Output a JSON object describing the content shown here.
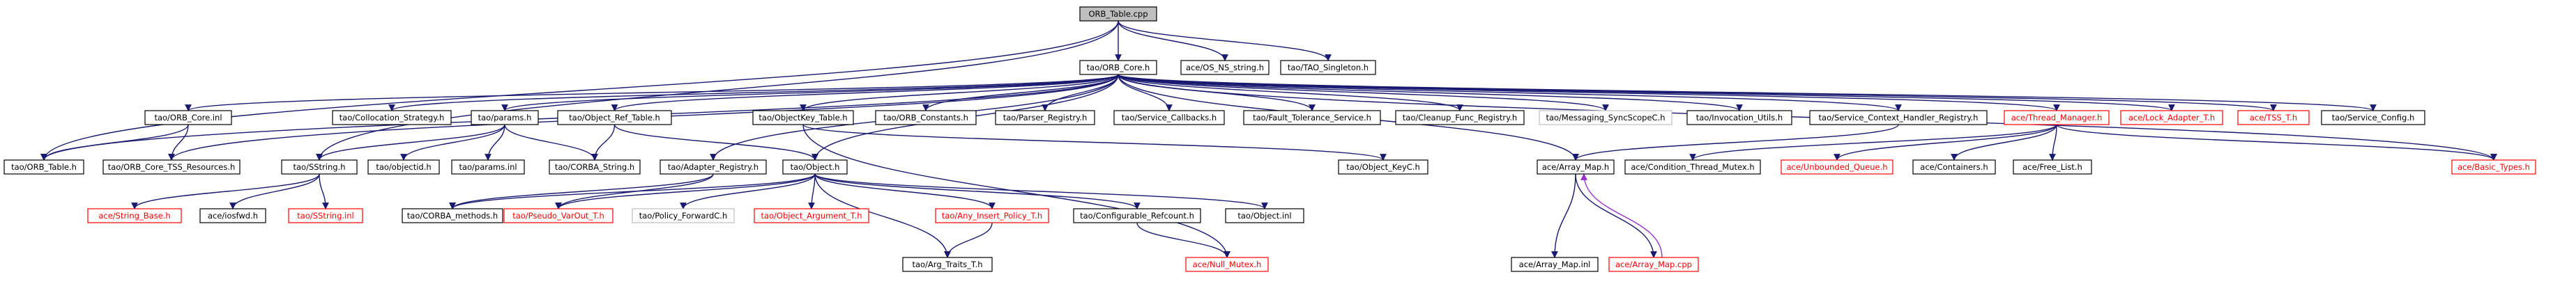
{
  "diagram": {
    "title": "",
    "colors": {
      "edge": "#191970",
      "edge_template": "#9a32cd",
      "root_fill": "#bfbfbf",
      "missing_border": "#ff0000",
      "external_border": "#bfbfbf"
    },
    "nodes": [
      {
        "id": "n0",
        "label": "ORB_Table.cpp",
        "kind": "root"
      },
      {
        "id": "n1",
        "label": "tao/ORB_Core.h",
        "kind": "normal"
      },
      {
        "id": "n2",
        "label": "ace/OS_NS_string.h",
        "kind": "normal"
      },
      {
        "id": "n3",
        "label": "tao/TAO_Singleton.h",
        "kind": "normal"
      },
      {
        "id": "n4",
        "label": "tao/ORB_Core.inl",
        "kind": "normal"
      },
      {
        "id": "n5",
        "label": "tao/Collocation_Strategy.h",
        "kind": "normal"
      },
      {
        "id": "n6",
        "label": "tao/params.h",
        "kind": "normal"
      },
      {
        "id": "n7",
        "label": "tao/Object_Ref_Table.h",
        "kind": "normal"
      },
      {
        "id": "n8",
        "label": "tao/ObjectKey_Table.h",
        "kind": "normal"
      },
      {
        "id": "n9",
        "label": "tao/ORB_Constants.h",
        "kind": "normal"
      },
      {
        "id": "n10",
        "label": "tao/Parser_Registry.h",
        "kind": "normal"
      },
      {
        "id": "n11",
        "label": "tao/Service_Callbacks.h",
        "kind": "normal"
      },
      {
        "id": "n12",
        "label": "tao/Fault_Tolerance_Service.h",
        "kind": "normal"
      },
      {
        "id": "n13",
        "label": "tao/Cleanup_Func_Registry.h",
        "kind": "normal"
      },
      {
        "id": "n14",
        "label": "tao/Messaging_SyncScopeC.h",
        "kind": "external"
      },
      {
        "id": "n15",
        "label": "tao/Invocation_Utils.h",
        "kind": "normal"
      },
      {
        "id": "n16",
        "label": "tao/Service_Context_Handler_Registry.h",
        "kind": "normal"
      },
      {
        "id": "n17",
        "label": "ace/Thread_Manager.h",
        "kind": "missing"
      },
      {
        "id": "n18",
        "label": "ace/Lock_Adapter_T.h",
        "kind": "missing"
      },
      {
        "id": "n19",
        "label": "ace/TSS_T.h",
        "kind": "missing"
      },
      {
        "id": "n20",
        "label": "tao/Service_Config.h",
        "kind": "normal"
      },
      {
        "id": "n21",
        "label": "tao/ORB_Table.h",
        "kind": "normal"
      },
      {
        "id": "n22",
        "label": "tao/ORB_Core_TSS_Resources.h",
        "kind": "normal"
      },
      {
        "id": "n23",
        "label": "tao/SString.h",
        "kind": "normal"
      },
      {
        "id": "n24",
        "label": "tao/objectid.h",
        "kind": "normal"
      },
      {
        "id": "n25",
        "label": "tao/params.inl",
        "kind": "normal"
      },
      {
        "id": "n26",
        "label": "tao/CORBA_String.h",
        "kind": "normal"
      },
      {
        "id": "n27",
        "label": "tao/Adapter_Registry.h",
        "kind": "normal"
      },
      {
        "id": "n28",
        "label": "tao/Object.h",
        "kind": "normal"
      },
      {
        "id": "n29",
        "label": "tao/Object_KeyC.h",
        "kind": "normal"
      },
      {
        "id": "n30",
        "label": "ace/Array_Map.h",
        "kind": "normal"
      },
      {
        "id": "n31",
        "label": "ace/Condition_Thread_Mutex.h",
        "kind": "normal"
      },
      {
        "id": "n32",
        "label": "ace/Unbounded_Queue.h",
        "kind": "missing"
      },
      {
        "id": "n33",
        "label": "ace/Containers.h",
        "kind": "normal"
      },
      {
        "id": "n34",
        "label": "ace/Free_List.h",
        "kind": "normal"
      },
      {
        "id": "n35",
        "label": "ace/Basic_Types.h",
        "kind": "missing"
      },
      {
        "id": "n36",
        "label": "ace/String_Base.h",
        "kind": "missing"
      },
      {
        "id": "n37",
        "label": "ace/iosfwd.h",
        "kind": "normal"
      },
      {
        "id": "n38",
        "label": "tao/SString.inl",
        "kind": "missing"
      },
      {
        "id": "n39",
        "label": "tao/CORBA_methods.h",
        "kind": "normal"
      },
      {
        "id": "n40",
        "label": "tao/Pseudo_VarOut_T.h",
        "kind": "missing"
      },
      {
        "id": "n41",
        "label": "tao/Policy_ForwardC.h",
        "kind": "external"
      },
      {
        "id": "n42",
        "label": "tao/Object_Argument_T.h",
        "kind": "missing"
      },
      {
        "id": "n43",
        "label": "tao/Any_Insert_Policy_T.h",
        "kind": "missing"
      },
      {
        "id": "n44",
        "label": "tao/Configurable_Refcount.h",
        "kind": "normal"
      },
      {
        "id": "n45",
        "label": "tao/Object.inl",
        "kind": "normal"
      },
      {
        "id": "n46",
        "label": "ace/Array_Map.inl",
        "kind": "normal"
      },
      {
        "id": "n47",
        "label": "ace/Array_Map.cpp",
        "kind": "missing"
      },
      {
        "id": "n48",
        "label": "tao/Arg_Traits_T.h",
        "kind": "normal"
      },
      {
        "id": "n49",
        "label": "ace/Null_Mutex.h",
        "kind": "missing"
      }
    ],
    "edges": [
      [
        "n0",
        "n1"
      ],
      [
        "n0",
        "n2"
      ],
      [
        "n0",
        "n3"
      ],
      [
        "n0",
        "n21"
      ],
      [
        "n0",
        "n23"
      ],
      [
        "n1",
        "n4"
      ],
      [
        "n1",
        "n5"
      ],
      [
        "n1",
        "n6"
      ],
      [
        "n1",
        "n7"
      ],
      [
        "n1",
        "n8"
      ],
      [
        "n1",
        "n9"
      ],
      [
        "n1",
        "n10"
      ],
      [
        "n1",
        "n11"
      ],
      [
        "n1",
        "n12"
      ],
      [
        "n1",
        "n13"
      ],
      [
        "n1",
        "n14"
      ],
      [
        "n1",
        "n15"
      ],
      [
        "n1",
        "n16"
      ],
      [
        "n1",
        "n17"
      ],
      [
        "n1",
        "n18"
      ],
      [
        "n1",
        "n19"
      ],
      [
        "n1",
        "n20"
      ],
      [
        "n1",
        "n21"
      ],
      [
        "n1",
        "n22"
      ],
      [
        "n1",
        "n27"
      ],
      [
        "n1",
        "n28"
      ],
      [
        "n1",
        "n30"
      ],
      [
        "n1",
        "n35"
      ],
      [
        "n4",
        "n21"
      ],
      [
        "n4",
        "n22"
      ],
      [
        "n6",
        "n23"
      ],
      [
        "n6",
        "n24"
      ],
      [
        "n6",
        "n25"
      ],
      [
        "n6",
        "n26"
      ],
      [
        "n7",
        "n26"
      ],
      [
        "n7",
        "n28"
      ],
      [
        "n8",
        "n29"
      ],
      [
        "n8",
        "n49"
      ],
      [
        "n16",
        "n30"
      ],
      [
        "n17",
        "n31"
      ],
      [
        "n17",
        "n32"
      ],
      [
        "n17",
        "n33"
      ],
      [
        "n17",
        "n34"
      ],
      [
        "n17",
        "n35"
      ],
      [
        "n23",
        "n36"
      ],
      [
        "n23",
        "n37"
      ],
      [
        "n23",
        "n38"
      ],
      [
        "n27",
        "n39"
      ],
      [
        "n27",
        "n40"
      ],
      [
        "n28",
        "n39"
      ],
      [
        "n28",
        "n40"
      ],
      [
        "n28",
        "n41"
      ],
      [
        "n28",
        "n42"
      ],
      [
        "n28",
        "n43"
      ],
      [
        "n28",
        "n44"
      ],
      [
        "n28",
        "n45"
      ],
      [
        "n28",
        "n48"
      ],
      [
        "n30",
        "n46"
      ],
      [
        "n30",
        "n47"
      ],
      [
        "n43",
        "n48"
      ],
      [
        "n44",
        "n49"
      ]
    ],
    "template_edges": [
      [
        "n47",
        "n30"
      ]
    ]
  }
}
